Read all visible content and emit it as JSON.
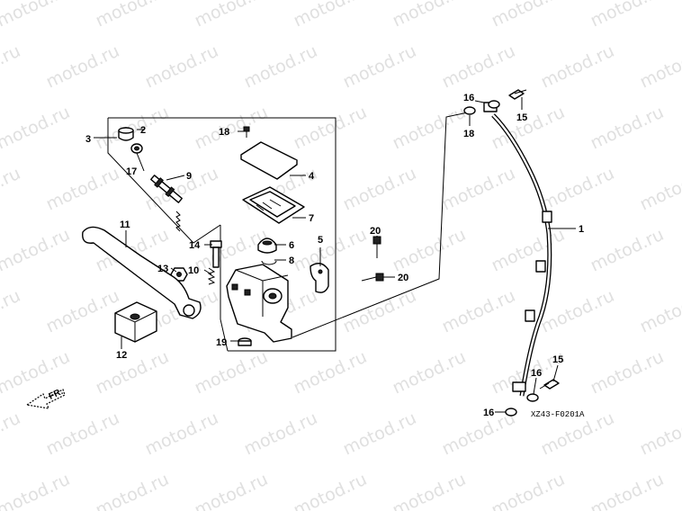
{
  "watermark": {
    "text": "motod.ru"
  },
  "labels": {
    "p1": "1",
    "p2": "2",
    "p3": "3",
    "p4": "4",
    "p5": "5",
    "p6": "6",
    "p7": "7",
    "p8": "8",
    "p9": "9",
    "p10": "10",
    "p11": "11",
    "p12": "12",
    "p13": "13",
    "p14": "14",
    "p15a": "15",
    "p15b": "15",
    "p16a": "16",
    "p16b": "16",
    "p16c": "16",
    "p17": "17",
    "p18a": "18",
    "p18b": "18",
    "p19": "19",
    "p20a": "20",
    "p20b": "20"
  },
  "front_marker": "FR.",
  "diagram_code": "XZ43-F0201A"
}
